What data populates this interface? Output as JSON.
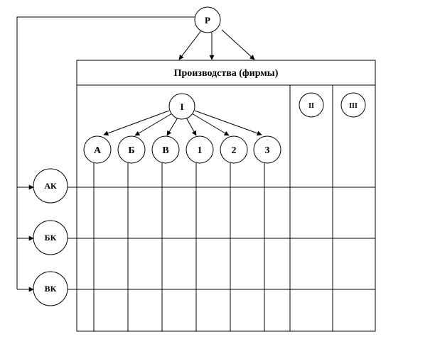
{
  "diagram": {
    "top_node": {
      "label": "Р"
    },
    "box_title": "Производства (фирмы)",
    "columns": [
      {
        "label": "I"
      },
      {
        "label": "II"
      },
      {
        "label": "III"
      }
    ],
    "sub_nodes": [
      {
        "label": "А"
      },
      {
        "label": "Б"
      },
      {
        "label": "В"
      },
      {
        "label": "1"
      },
      {
        "label": "2"
      },
      {
        "label": "3"
      }
    ],
    "side_nodes": [
      {
        "label": "АК"
      },
      {
        "label": "БК"
      },
      {
        "label": "ВК"
      }
    ]
  }
}
